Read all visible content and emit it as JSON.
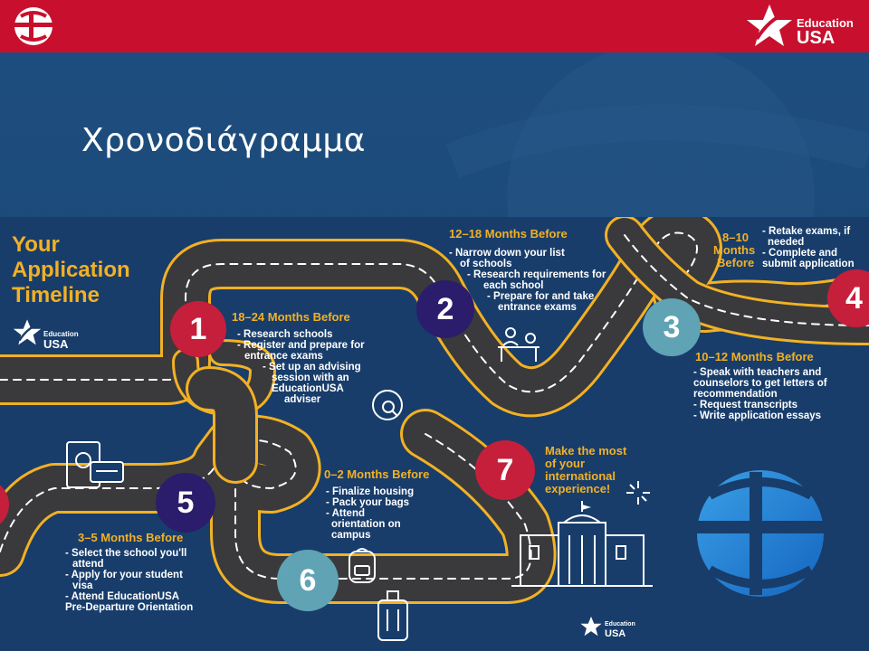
{
  "slide": {
    "title": "Χρονοδιάγραμμα",
    "brand_top_small": "Education",
    "brand_top_large": "USA"
  },
  "infographic": {
    "title_line1": "Your",
    "title_line2": "Application",
    "title_line3": "Timeline",
    "logo_small": "Education",
    "logo_large": "USA",
    "steps": [
      {
        "number": "1",
        "heading": "18–24 Months Before",
        "items": [
          "- Research schools",
          "- Register and prepare for",
          "entrance exams",
          "- Set up an advising",
          "session with an",
          "EducationUSA",
          "adviser"
        ]
      },
      {
        "number": "2",
        "heading": "12–18 Months Before",
        "items": [
          "- Narrow down your list",
          "of schools",
          "- Research requirements for",
          "each school",
          "- Prepare for and take",
          "entrance exams"
        ]
      },
      {
        "number": "3",
        "heading": "10–12 Months Before",
        "items": [
          "- Speak with teachers and",
          "counselors to get letters of",
          "recommendation",
          "- Request transcripts",
          "- Write application essays"
        ]
      },
      {
        "number": "4",
        "heading_lines": [
          "8–10",
          "Months",
          "Before"
        ],
        "items": [
          "- Retake exams, if",
          "needed",
          "- Complete and",
          "submit application"
        ]
      },
      {
        "number": "5",
        "heading": "3–5 Months Before",
        "items": [
          "- Select the school you'll",
          "attend",
          "- Apply for your student",
          "visa",
          "- Attend EducationUSA",
          "Pre-Departure Orientation"
        ]
      },
      {
        "number": "6",
        "heading": "0–2 Months Before",
        "items": [
          "- Finalize housing",
          "- Pack your bags",
          "- Attend",
          "orientation on",
          "campus"
        ]
      },
      {
        "number": "7",
        "heading_lines": [
          "Make the most",
          "of your",
          "international",
          "experience!"
        ]
      }
    ]
  },
  "colors": {
    "top_bar": "#c8102e",
    "slide_bg": "#1d4d7e",
    "road": "#3a3a3c",
    "road_edge": "#f2b124",
    "heading": "#f2b124",
    "badge_red": "#c51f3c",
    "badge_purple": "#2b1d6b",
    "badge_teal": "#5fa3b5"
  }
}
